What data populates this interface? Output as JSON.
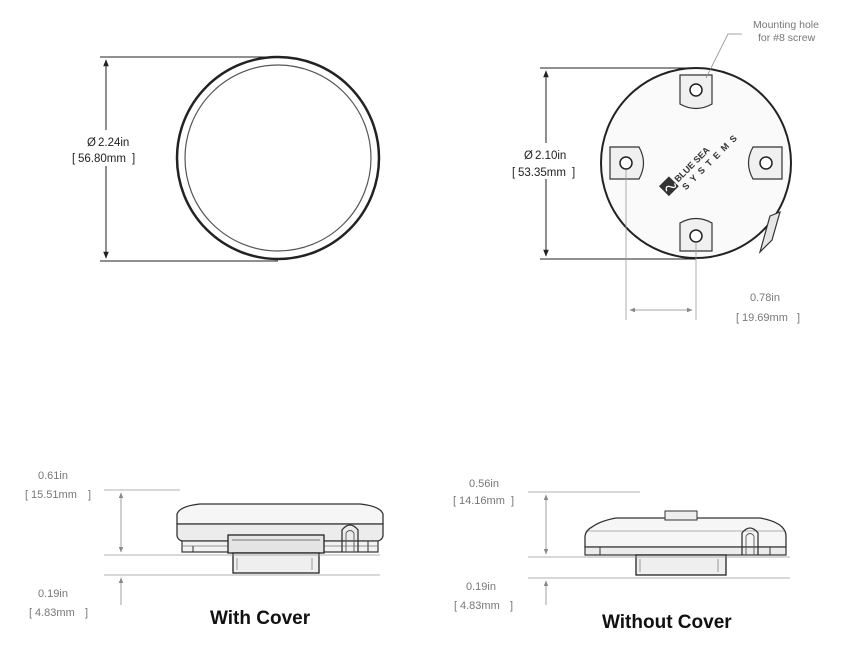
{
  "top_left": {
    "dim_in": "2.24in",
    "dim_mm": "56.80mm"
  },
  "top_right": {
    "dim_in": "2.10in",
    "dim_mm": "53.35mm",
    "offset_in": "0.78in",
    "offset_mm": "19.69mm",
    "callout_line1": "Mounting hole",
    "callout_line2": "for #8 screw",
    "brand_line1": "BLUE SEA",
    "brand_line2": "SYSTEMS"
  },
  "bottom_left": {
    "height_in": "0.61in",
    "height_mm": "15.51mm",
    "base_in": "0.19in",
    "base_mm": "4.83mm",
    "caption": "With Cover"
  },
  "bottom_right": {
    "height_in": "0.56in",
    "height_mm": "14.16mm",
    "base_in": "0.19in",
    "base_mm": "4.83mm",
    "caption": "Without Cover"
  },
  "symbols": {
    "diameter": "Ø"
  }
}
